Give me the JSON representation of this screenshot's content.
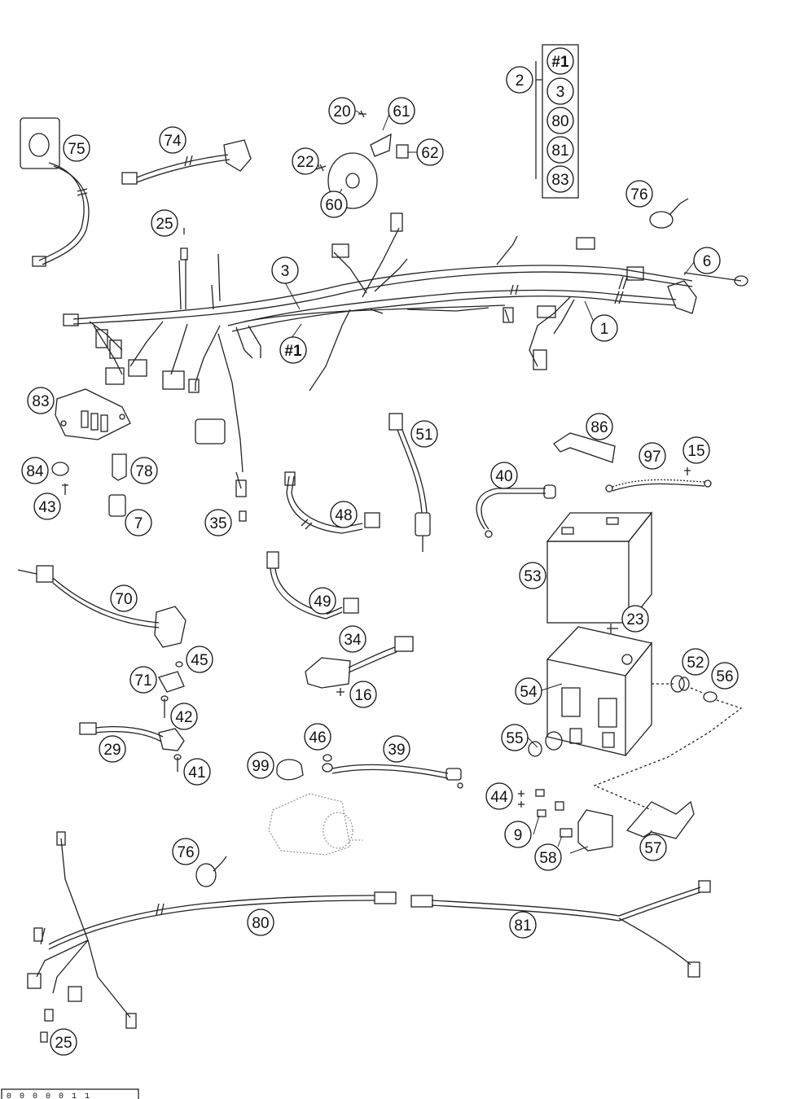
{
  "callouts": {
    "c_1": "1",
    "c_2": "2",
    "c_3": "3",
    "c_6": "6",
    "c_7": "7",
    "c_9": "9",
    "c_15": "15",
    "c_16": "16",
    "c_20": "20",
    "c_22": "22",
    "c_23": "23",
    "c_25a": "25",
    "c_25b": "25",
    "c_29": "29",
    "c_34": "34",
    "c_35": "35",
    "c_39": "39",
    "c_40": "40",
    "c_41": "41",
    "c_42": "42",
    "c_43": "43",
    "c_44": "44",
    "c_45": "45",
    "c_46": "46",
    "c_48": "48",
    "c_49": "49",
    "c_51": "51",
    "c_52": "52",
    "c_53": "53",
    "c_54": "54",
    "c_55": "55",
    "c_56": "56",
    "c_57": "57",
    "c_58": "58",
    "c_60": "60",
    "c_61": "61",
    "c_62": "62",
    "c_70": "70",
    "c_71": "71",
    "c_74": "74",
    "c_75": "75",
    "c_76a": "76",
    "c_76b": "76",
    "c_78": "78",
    "c_80": "80",
    "c_81": "81",
    "c_83": "83",
    "c_84": "84",
    "c_86": "86",
    "c_97": "97",
    "c_99": "99",
    "c_hash1": "#1"
  },
  "kit_box": {
    "label": "2",
    "items": [
      "#1",
      "3",
      "80",
      "81",
      "83"
    ]
  },
  "footer_code": "0 0 0 0 0 1 1"
}
